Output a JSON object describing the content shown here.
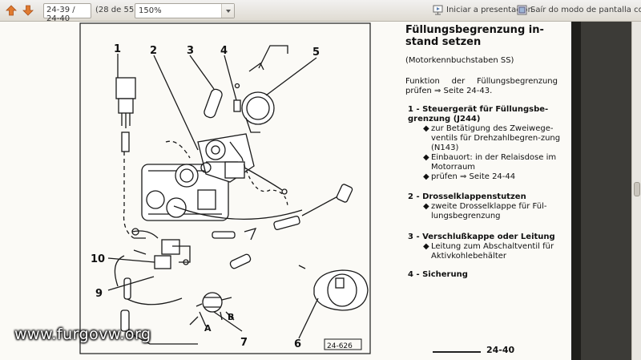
{
  "toolbar": {
    "prev_icon": "arrow-up-icon",
    "next_icon": "arrow-down-icon",
    "page_value": "24-39 / 24-40",
    "page_count": "(28 de 55)",
    "zoom_value": "150%",
    "presentation_label": "Iniciar a presentación",
    "exit_fullscreen_label": "Saír do modo de pantalla completa"
  },
  "document": {
    "title": "Füllungsbegrenzung in-stand setzen",
    "subtitle": "(Motorkennbuchstaben SS)",
    "intro": "Funktion der Füllungsbegrenzung prüfen ⇒ Seite 24-43.",
    "sections": [
      {
        "title": "1 - Steuergerät für Füllungsbe-grenzung (J244)",
        "bullets": [
          "zur Betätigung des Zweiwege-ventils für Drehzahlbegren-zung (N143)",
          "Einbauort: in der Relaisdose im Motorraum",
          "prüfen ⇒ Seite 24-44"
        ]
      },
      {
        "title": "2 - Drosselklappenstutzen",
        "bullets": [
          "zweite Drosselklappe für Fül-lungsbegrenzung"
        ]
      },
      {
        "title": "3 - Verschlußkappe oder Leitung",
        "bullets": [
          "Leitung zum Abschaltventil für Aktivkohlebehälter"
        ]
      },
      {
        "title": "4 - Sicherung",
        "bullets": []
      }
    ],
    "page_number": "24-40",
    "diagram": {
      "labels": [
        "1",
        "2",
        "3",
        "4",
        "5",
        "6",
        "7",
        "9",
        "10"
      ],
      "arrow_labels": [
        "A",
        "B"
      ],
      "ref_code": "24-626"
    }
  },
  "watermark": "www.furgovw.org"
}
